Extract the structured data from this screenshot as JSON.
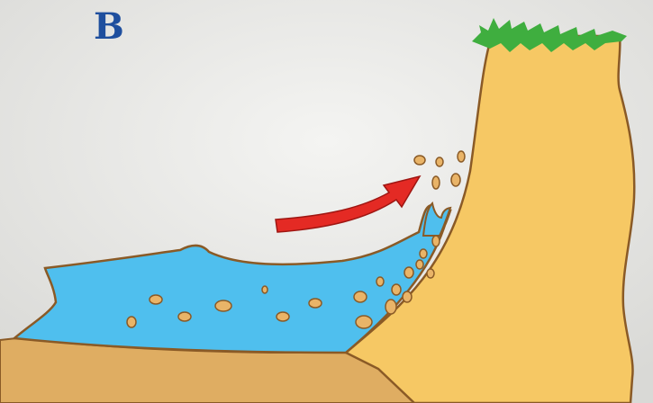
{
  "figure": {
    "panel_label": "B"
  },
  "colors": {
    "letter": "#1f4f9e",
    "cliff": "#f6c864",
    "ground": "#dfad62",
    "outline": "#8a5a26",
    "water": "#4fbfee",
    "pebble": "#e9b468",
    "grass": "#3fae3f",
    "arrow": "#e42a24",
    "background": "#e6e6e4"
  },
  "elements": {
    "cliff": "sandy-cliff",
    "water": "sea-waves",
    "arrow": "wave-direction-arrow",
    "grass": "clifftop-grass",
    "pebbles": "eroded-sediment"
  }
}
